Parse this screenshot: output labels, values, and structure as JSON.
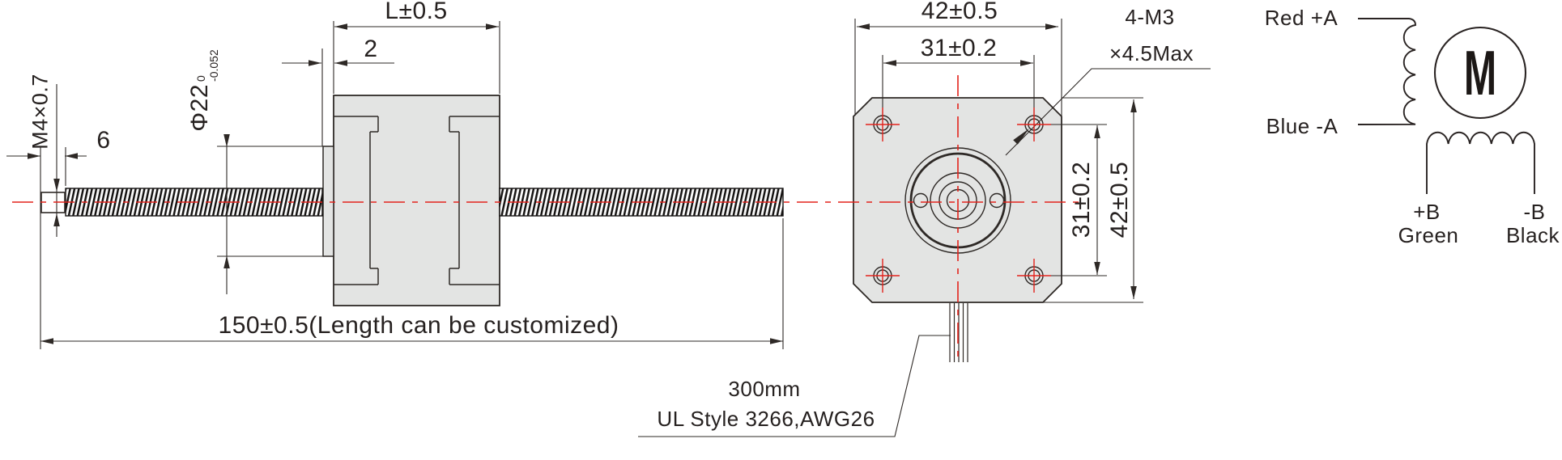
{
  "side_view": {
    "dim_length": "L±0.5",
    "dim_boss_protrusion": "2",
    "dim_boss_diameter": "Φ22",
    "dim_boss_diameter_tol_upper": "0",
    "dim_boss_diameter_tol_lower": "-0.052",
    "dim_tip_thread": "M4×0.7",
    "dim_tip_length": "6",
    "dim_overall": "150±0.5(Length can be customized)"
  },
  "front_view": {
    "dim_width": "42±0.5",
    "dim_hole_spacing_h": "31±0.2",
    "dim_hole_spacing_v": "31±0.2",
    "dim_height": "42±0.5",
    "mount_hole_note_line1": "4-M3",
    "mount_hole_note_line2": "×4.5Max",
    "cable_length": "300mm",
    "cable_spec": "UL Style 3266,AWG26"
  },
  "schematic": {
    "phase_a_positive": "Red +A",
    "phase_a_negative": "Blue -A",
    "motor_symbol": "M",
    "phase_b_positive_pin": "+B",
    "phase_b_positive_color": "Green",
    "phase_b_negative_pin": "-B",
    "phase_b_negative_color": "Black"
  },
  "colors": {
    "line": "#2e2926",
    "centerline_red": "#e3231c",
    "body_fill": "#e3e4e3"
  }
}
